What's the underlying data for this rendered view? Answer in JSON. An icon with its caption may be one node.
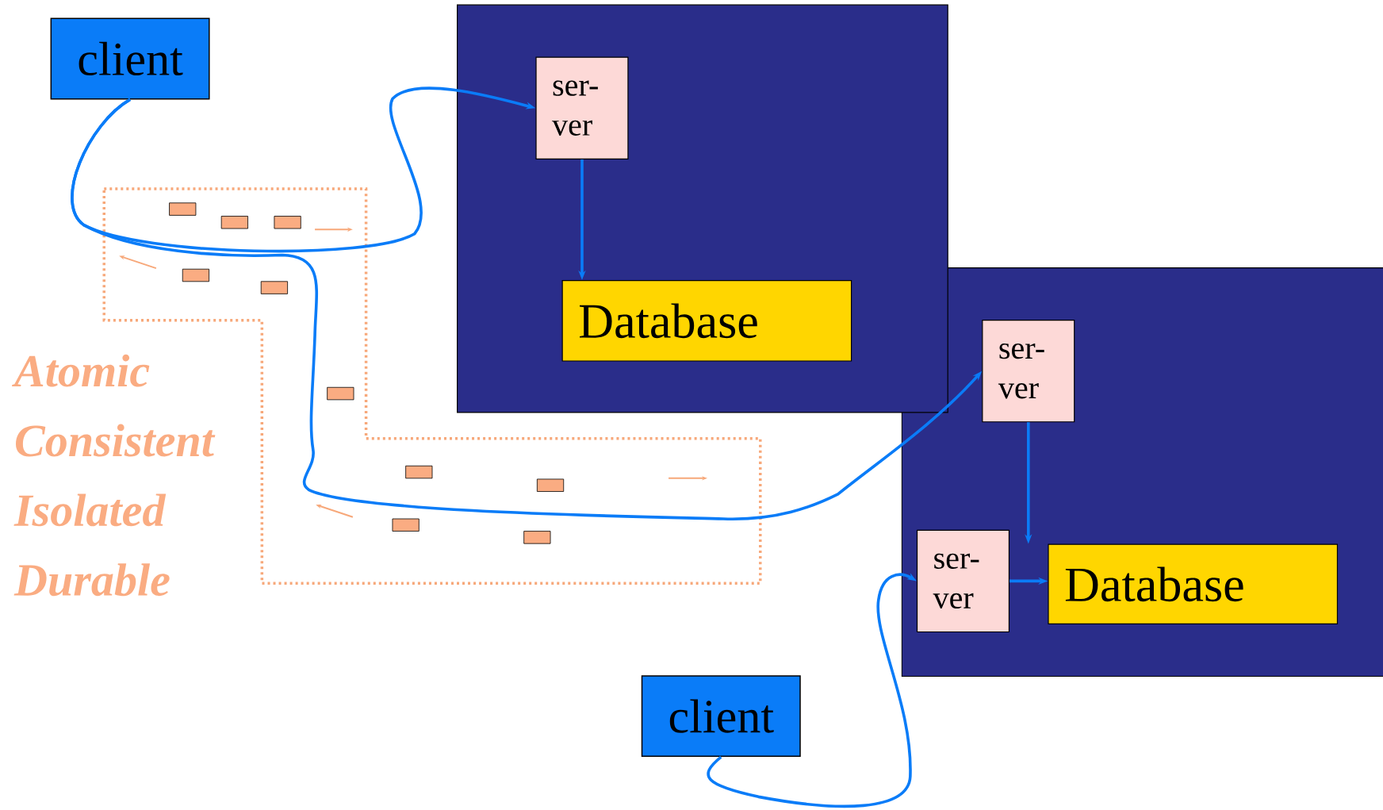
{
  "diagram": {
    "nodes": [
      {
        "text": [
          "client"
        ]
      },
      {
        "text": [],
        "shape": "box"
      },
      {
        "text": [
          "ser- ver"
        ],
        "in": 1
      },
      {
        "text": [
          "Database"
        ],
        "in": 1
      },
      {
        "text": [],
        "shape": "box"
      },
      {
        "text": [
          "ser- ver"
        ],
        "in": 4
      },
      {
        "text": [
          "ser- ver"
        ],
        "in": 4
      },
      {
        "text": [
          "Database"
        ],
        "in": 4
      },
      {
        "text": [
          "client"
        ]
      }
    ],
    "edges": [
      {
        "from": 0,
        "to": 2,
        "arrow": "to"
      },
      {
        "from": 0,
        "to": 5,
        "arrow": "to"
      },
      {
        "from": 2,
        "to": 3,
        "arrow": "to"
      },
      {
        "from": 5,
        "to": 7,
        "arrow": "to"
      },
      {
        "from": 6,
        "to": 7,
        "arrow": "to"
      },
      {
        "from": 8,
        "to": 6,
        "arrow": "to"
      }
    ],
    "labels": [
      "Atomic",
      "Consistent",
      "Isolated",
      "Durable"
    ]
  }
}
